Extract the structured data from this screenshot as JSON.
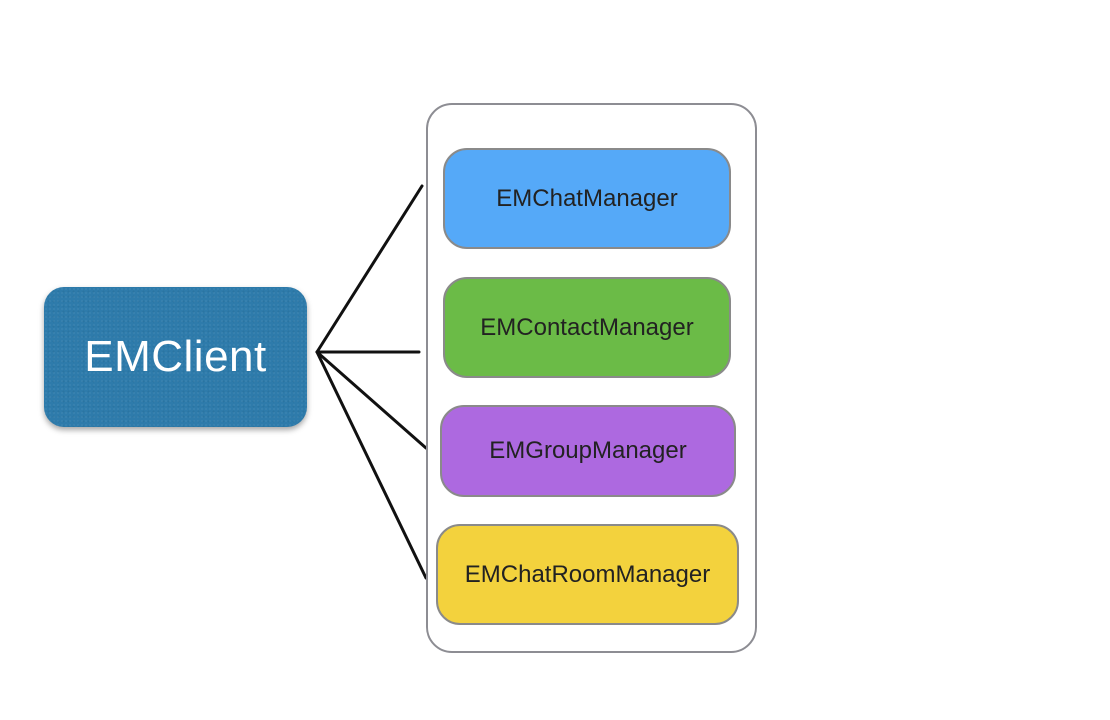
{
  "client": {
    "label": "EMClient",
    "color": "#2e7bab"
  },
  "managers": [
    {
      "label": "EMChatManager",
      "color": "#55a9f8"
    },
    {
      "label": "EMContactManager",
      "color": "#6bbb47"
    },
    {
      "label": "EMGroupManager",
      "color": "#ad69e0"
    },
    {
      "label": "EMChatRoomManager",
      "color": "#f3d23d"
    }
  ],
  "line_color": "#111111",
  "container_border_color": "#8d8d93"
}
